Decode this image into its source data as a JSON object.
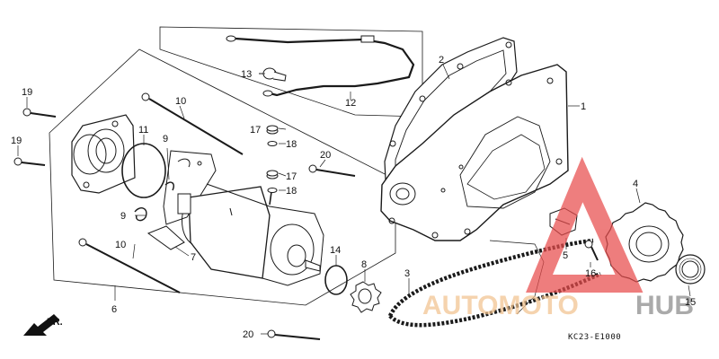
{
  "callouts": {
    "c1": "1",
    "c2": "2",
    "c3": "3",
    "c4": "4",
    "c5": "5",
    "c6": "6",
    "c7": "7",
    "c8": "8",
    "c9a": "9",
    "c9b": "9",
    "c10a": "10",
    "c10b": "10",
    "c11": "11",
    "c12": "12",
    "c13": "13",
    "c14": "14",
    "c15": "15",
    "c16": "16",
    "c17a": "17",
    "c17b": "17",
    "c18a": "18",
    "c18b": "18",
    "c19a": "19",
    "c19b": "19",
    "c20a": "20",
    "c20b": "20"
  },
  "front_marker": "FR.",
  "diagram_code": "KC23-E1000",
  "watermark": {
    "part1": "AUTOMOTO",
    "part2": "HUB",
    "color1": "#f2c38f",
    "color2": "#8a8a8a",
    "logo_color": "#e84c4c"
  }
}
